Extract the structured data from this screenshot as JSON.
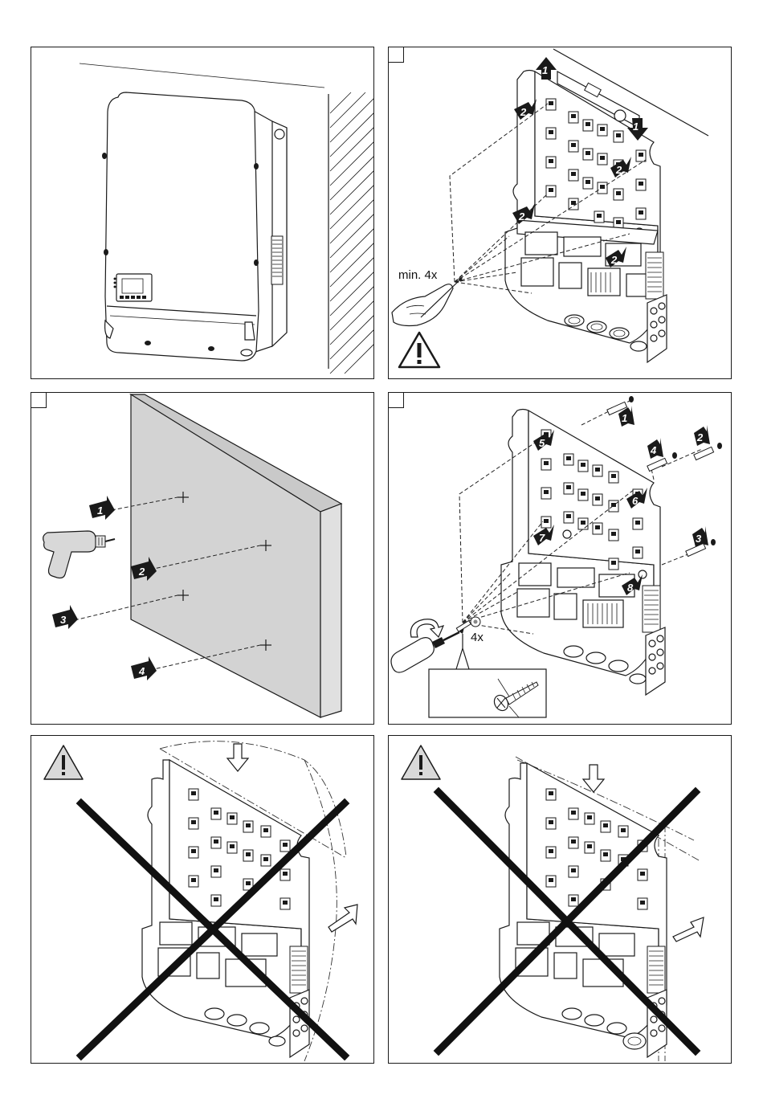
{
  "panel2": {
    "min_label": "min. 4x",
    "badges": [
      "1",
      "1",
      "2",
      "2",
      "2",
      "2",
      "2"
    ]
  },
  "panel3": {
    "badges": [
      "1",
      "2",
      "3",
      "4"
    ]
  },
  "panel4": {
    "count_label": "4x",
    "badges": [
      "1",
      "2",
      "3",
      "4",
      "5",
      "6",
      "7",
      "8"
    ]
  },
  "icons": {
    "warning": "warning-triangle-icon",
    "drill": "drill-icon",
    "pencil": "pencil-hand-icon",
    "screwdriver": "screwdriver-icon",
    "screw": "screw-icon"
  }
}
